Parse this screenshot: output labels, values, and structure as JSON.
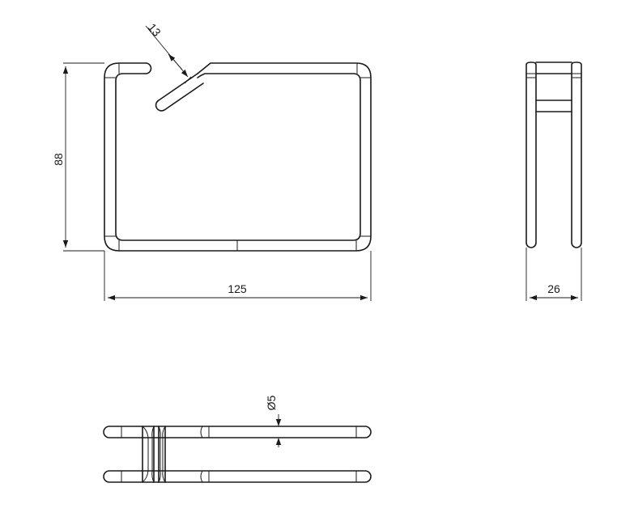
{
  "drawing": {
    "front_view": {
      "height_label": "88",
      "width_label": "125",
      "slot_label": "13"
    },
    "side_view": {
      "depth_label": "26"
    },
    "bottom_view": {
      "wire_diameter_label": "Ø5"
    }
  }
}
